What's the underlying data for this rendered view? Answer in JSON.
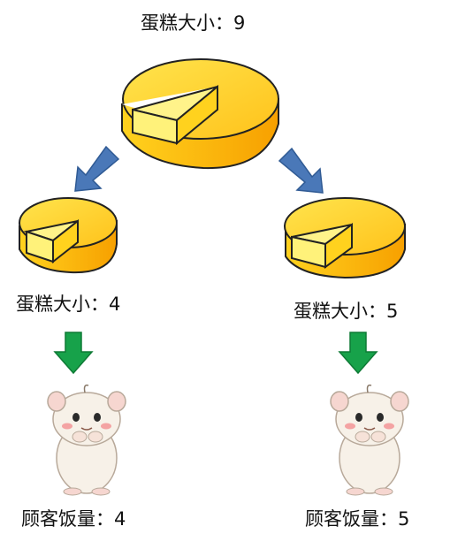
{
  "top": {
    "text": "蛋糕大小：9"
  },
  "left_cake": {
    "text": "蛋糕大小：4"
  },
  "right_cake": {
    "text": "蛋糕大小：5"
  },
  "left_customer": {
    "text": "顾客饭量：4"
  },
  "right_customer": {
    "text": "顾客饭量：5"
  },
  "colors": {
    "cheese_light": "#ffe14a",
    "cheese_mid": "#ffc21a",
    "cheese_dark": "#f7a000",
    "blue_arrow": "#4a78b8",
    "green_arrow": "#17a24a",
    "hamster_body": "#f7f1e8",
    "hamster_blush": "#f4a3a3"
  },
  "icons": [
    "cheese-wheel",
    "down-left-arrow",
    "down-right-arrow",
    "down-arrow",
    "hamster"
  ]
}
